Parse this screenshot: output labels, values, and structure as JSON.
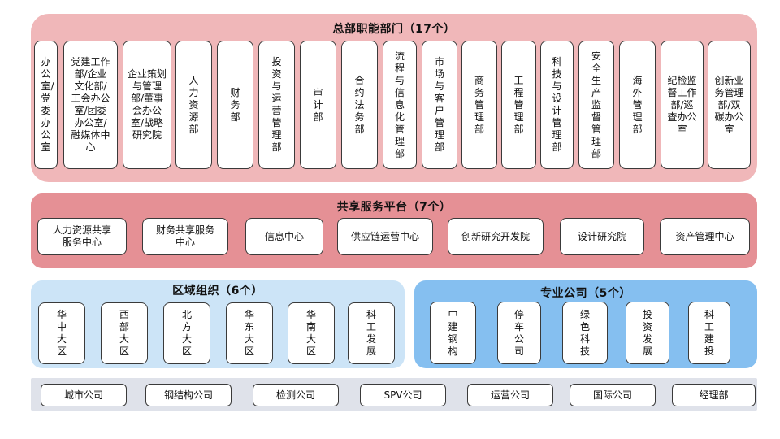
{
  "headquarters": {
    "title": "总部职能部门（17个）",
    "departments": [
      "办公室/党委办公室",
      "党建工作部/企业文化部/工会办公室/团委办公室/融媒体中心",
      "企业策划与管理部/董事会办公室/战略研究院",
      "人力资源部",
      "财务部",
      "投资与运营管理部",
      "审计部",
      "合约法务部",
      "流程与信息化管理部",
      "市场与客户管理部",
      "商务管理部",
      "工程管理部",
      "科技与设计管理部",
      "安全生产监督管理部",
      "海外管理部",
      "纪检监督工作部/巡查办公室",
      "创新业务管理部/双碳办公室"
    ]
  },
  "shared_services": {
    "title": "共享服务平台（7个）",
    "items": [
      "人力资源共享\n服务中心",
      "财务共享服务\n中心",
      "信息中心",
      "供应链运营中心",
      "创新研究开发院",
      "设计研究院",
      "资产管理中心"
    ]
  },
  "regional": {
    "title": "区域组织（6个）",
    "items": [
      "华中大区",
      "西部大区",
      "北方大区",
      "华东大区",
      "华南大区",
      "科工发展"
    ]
  },
  "professional": {
    "title": "专业公司（5个）",
    "items": [
      "中建钢构",
      "停车公司",
      "绿色科技",
      "投资发展",
      "科工建投"
    ]
  },
  "bottom_row": {
    "items": [
      "城市公司",
      "钢结构公司",
      "检测公司",
      "SPV公司",
      "运营公司",
      "国际公司",
      "经理部"
    ]
  },
  "colors": {
    "headquarters_bg": "#f0b7b9",
    "shared_bg": "#e59095",
    "regional_bg": "#cce4f7",
    "professional_bg": "#85bff0",
    "bottom_bg": "#dfe2ea"
  }
}
